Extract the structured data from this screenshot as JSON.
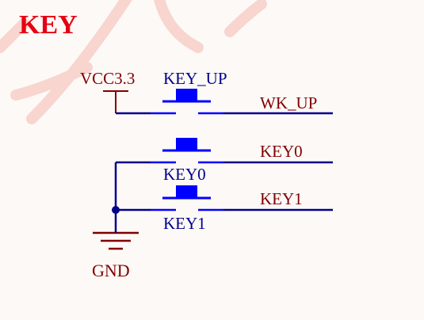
{
  "title": "KEY",
  "labels": {
    "vcc": "VCC3.3",
    "gnd": "GND"
  },
  "keys": [
    {
      "ref": "KEY_UP",
      "net": "WK_UP"
    },
    {
      "ref": "KEY0",
      "net": "KEY0"
    },
    {
      "ref": "KEY1",
      "net": "KEY1"
    }
  ],
  "colors": {
    "title": "#e60012",
    "net": "#800000",
    "wire": "#00008b",
    "part": "#0000ff",
    "background": "#fdf9f6"
  }
}
